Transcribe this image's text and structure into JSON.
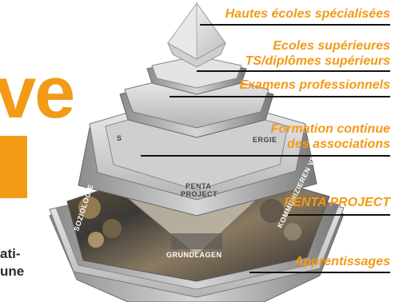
{
  "left_fragments": {
    "big_letters": "ve",
    "line1": "ati-",
    "line2": "une"
  },
  "labels": [
    {
      "id": "hes",
      "text": "Hautes écoles spécialisées"
    },
    {
      "id": "es",
      "line1": "Ecoles supérieures",
      "line2": "TS/diplômes supérieurs"
    },
    {
      "id": "ep",
      "text": "Examens professionnels"
    },
    {
      "id": "fc",
      "line1": "Formation continue",
      "line2": "des associations"
    },
    {
      "id": "penta",
      "text": "PENTA PROJECT"
    },
    {
      "id": "app",
      "text": "Apprentissages"
    }
  ],
  "pyramid_text": {
    "center": "PENTA",
    "center2": "PROJECT",
    "left_face": "SOZIOLOGIE",
    "right_face": "KOMMUNIZIEREN VERKAUFEN",
    "bottom_face": "GRUNDLAGEN",
    "top_left": "S",
    "top_right": "ERGIE"
  },
  "colors": {
    "accent": "#f39a16",
    "leader": "#111111"
  }
}
